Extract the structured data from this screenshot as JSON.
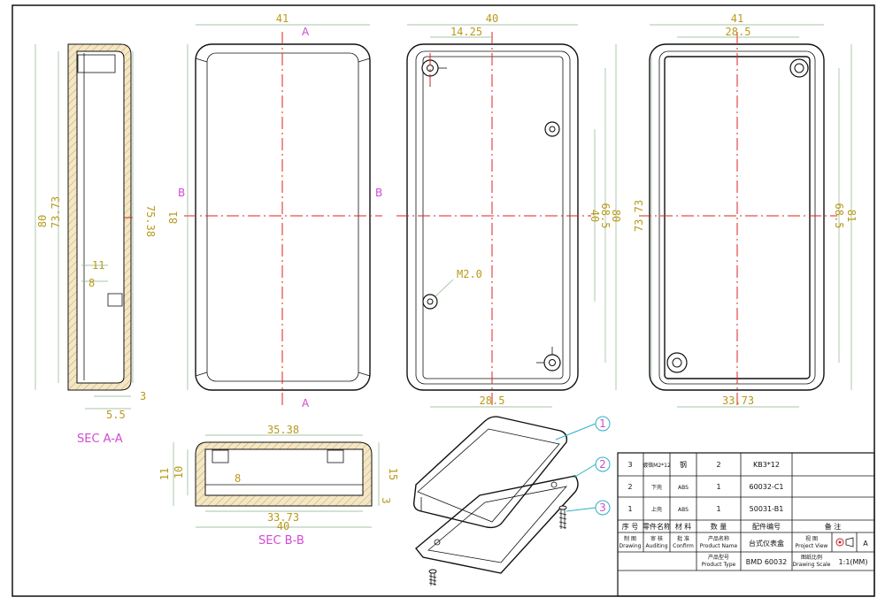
{
  "colors": {
    "dimension": "#b89a1a",
    "section_label": "#d24ad2",
    "centerline": "#e02020",
    "callout": "#2ab0c8",
    "outline": "#111111"
  },
  "section_aa": {
    "dims": {
      "d80": "80",
      "d73_73": "73.73",
      "d75_38": "75.38",
      "d11": "11",
      "d8": "8",
      "d3": "3",
      "d5_5": "5.5"
    },
    "label": "SEC A-A"
  },
  "front_view": {
    "dims": {
      "width": "41",
      "height": "81"
    },
    "marks": {
      "a_top": "A",
      "a_bottom": "A",
      "b_left": "B",
      "b_right": "B"
    }
  },
  "inner_view": {
    "dims": {
      "width": "40",
      "offset": "14.25",
      "h40": "40",
      "h68_5": "68.5",
      "h80": "80",
      "bottom": "28.5",
      "hole": "M2.0"
    }
  },
  "back_view": {
    "dims": {
      "width": "41",
      "inner": "28.5",
      "left": "73.73",
      "h68_5": "68.5",
      "h81": "81",
      "bottom": "33.73"
    }
  },
  "section_bb": {
    "dims": {
      "top": "35.38",
      "bottom": "33.73",
      "width": "40",
      "h11": "11",
      "h10": "10",
      "h8": "8",
      "h15": "15",
      "h3": "3"
    },
    "label": "SEC B-B"
  },
  "callouts": [
    "1",
    "2",
    "3"
  ],
  "title_block": {
    "parts": [
      {
        "no": "3",
        "name": "镀铬M2*12",
        "material": "钢",
        "qty": "2",
        "part_no": "KB3*12"
      },
      {
        "no": "2",
        "name": "下壳",
        "material": "ABS",
        "qty": "1",
        "part_no": "60032-C1"
      },
      {
        "no": "1",
        "name": "上壳",
        "material": "ABS",
        "qty": "1",
        "part_no": "50031-B1"
      }
    ],
    "headers": {
      "no": "序 号",
      "name": "零件名称",
      "material": "材 料",
      "qty": "数 量",
      "part_no": "配件编号",
      "remark": "备 注"
    },
    "labels": {
      "drawing_cn": "制 图",
      "drawing_en": "Drawing",
      "auditing_cn": "审 核",
      "auditing_en": "Auditing",
      "confirm_cn": "批 准",
      "confirm_en": "Confirm",
      "product_name_cn": "产品名称",
      "product_name_en": "Product Name",
      "product_type_cn": "产品型号",
      "product_type_en": "Product Type",
      "project_view_cn": "视 图",
      "project_view_en": "Project View",
      "scale_cn": "图纸比例",
      "scale_en": "Drawing Scale"
    },
    "values": {
      "product_name": "台式仪表盒",
      "product_type": "BMD 60032",
      "scale": "1:1(MM)",
      "view_letter": "A"
    }
  }
}
